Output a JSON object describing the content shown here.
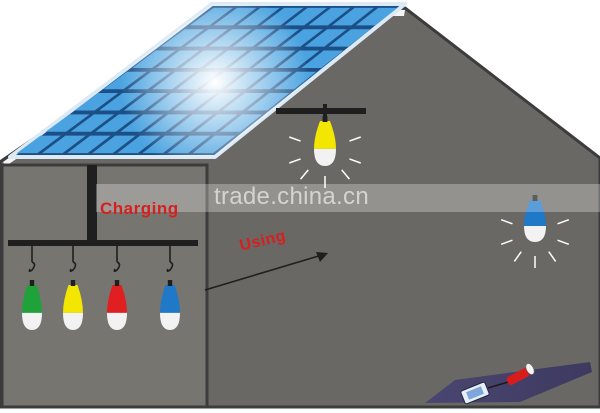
{
  "labels": {
    "charging": "Charging",
    "using": "Using",
    "watermark": "trade.china.cn"
  },
  "colors": {
    "wall": "#6a6864",
    "wall_outline": "#3c3c3c",
    "roof_gap": "#f4f4f4",
    "panel_cell": "#4aa3e0",
    "panel_frame": "#dceaf6",
    "text_red": "#d62020",
    "bulb_green": "#1fa23a",
    "bulb_yellow": "#f3e600",
    "bulb_red": "#e02020",
    "bulb_blue": "#1f78c8",
    "bulb_base": "#f2f2f2"
  },
  "icons": {
    "solar_panel": "solar-panel-icon",
    "bulb": "light-bulb-icon",
    "flashlight": "flashlight-icon",
    "phone": "mobile-phone-icon",
    "arrow": "arrow-right-icon"
  }
}
